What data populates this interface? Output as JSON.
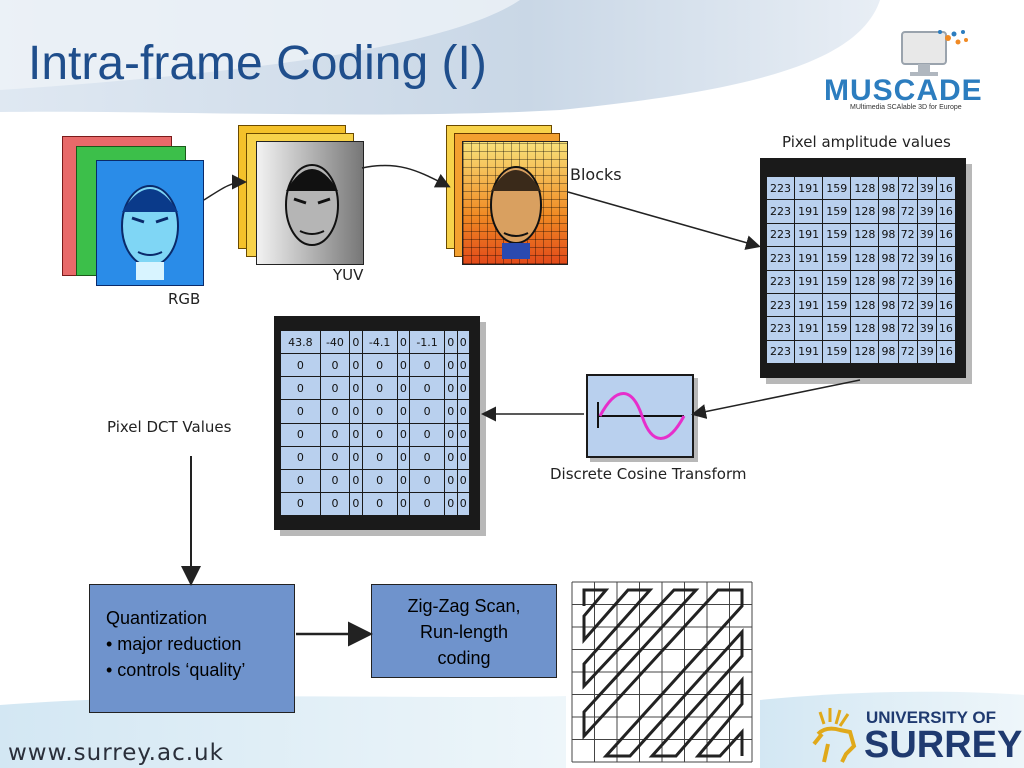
{
  "slide": {
    "title": "Intra-frame Coding (I)",
    "footer_url": "www.surrey.ac.uk"
  },
  "branding": {
    "muscade_word": "MUSCADE",
    "muscade_tagline": "MUltimedia SCAlable 3D for Europe",
    "university_line1": "UNIVERSITY OF",
    "university_line2": "SURREY"
  },
  "labels": {
    "rgb": "RGB",
    "yuv": "YUV",
    "blocks": "Blocks",
    "pixel_amplitude": "Pixel amplitude values",
    "dct": "Discrete Cosine Transform",
    "pixel_dct": "Pixel DCT Values"
  },
  "pixel_grid": [
    [
      "223",
      "191",
      "159",
      "128",
      "98",
      "72",
      "39",
      "16"
    ],
    [
      "223",
      "191",
      "159",
      "128",
      "98",
      "72",
      "39",
      "16"
    ],
    [
      "223",
      "191",
      "159",
      "128",
      "98",
      "72",
      "39",
      "16"
    ],
    [
      "223",
      "191",
      "159",
      "128",
      "98",
      "72",
      "39",
      "16"
    ],
    [
      "223",
      "191",
      "159",
      "128",
      "98",
      "72",
      "39",
      "16"
    ],
    [
      "223",
      "191",
      "159",
      "128",
      "98",
      "72",
      "39",
      "16"
    ],
    [
      "223",
      "191",
      "159",
      "128",
      "98",
      "72",
      "39",
      "16"
    ],
    [
      "223",
      "191",
      "159",
      "128",
      "98",
      "72",
      "39",
      "16"
    ]
  ],
  "dct_grid": [
    [
      "43.8",
      "-40",
      "0",
      "-4.1",
      "0",
      "-1.1",
      "0",
      "0"
    ],
    [
      "0",
      "0",
      "0",
      "0",
      "0",
      "0",
      "0",
      "0"
    ],
    [
      "0",
      "0",
      "0",
      "0",
      "0",
      "0",
      "0",
      "0"
    ],
    [
      "0",
      "0",
      "0",
      "0",
      "0",
      "0",
      "0",
      "0"
    ],
    [
      "0",
      "0",
      "0",
      "0",
      "0",
      "0",
      "0",
      "0"
    ],
    [
      "0",
      "0",
      "0",
      "0",
      "0",
      "0",
      "0",
      "0"
    ],
    [
      "0",
      "0",
      "0",
      "0",
      "0",
      "0",
      "0",
      "0"
    ],
    [
      "0",
      "0",
      "0",
      "0",
      "0",
      "0",
      "0",
      "0"
    ]
  ],
  "quantization": {
    "title": "Quantization",
    "bullets": [
      "• major reduction",
      "• controls ‘quality’"
    ]
  },
  "zigzag": {
    "line1": "Zig-Zag Scan,",
    "line2": "Run-length",
    "line3": "coding"
  },
  "colors": {
    "title": "#1f4e8c",
    "process_box": "#6f93cc",
    "grid_cell": "#b9d0ee",
    "sine_wave": "#e62ecb"
  }
}
